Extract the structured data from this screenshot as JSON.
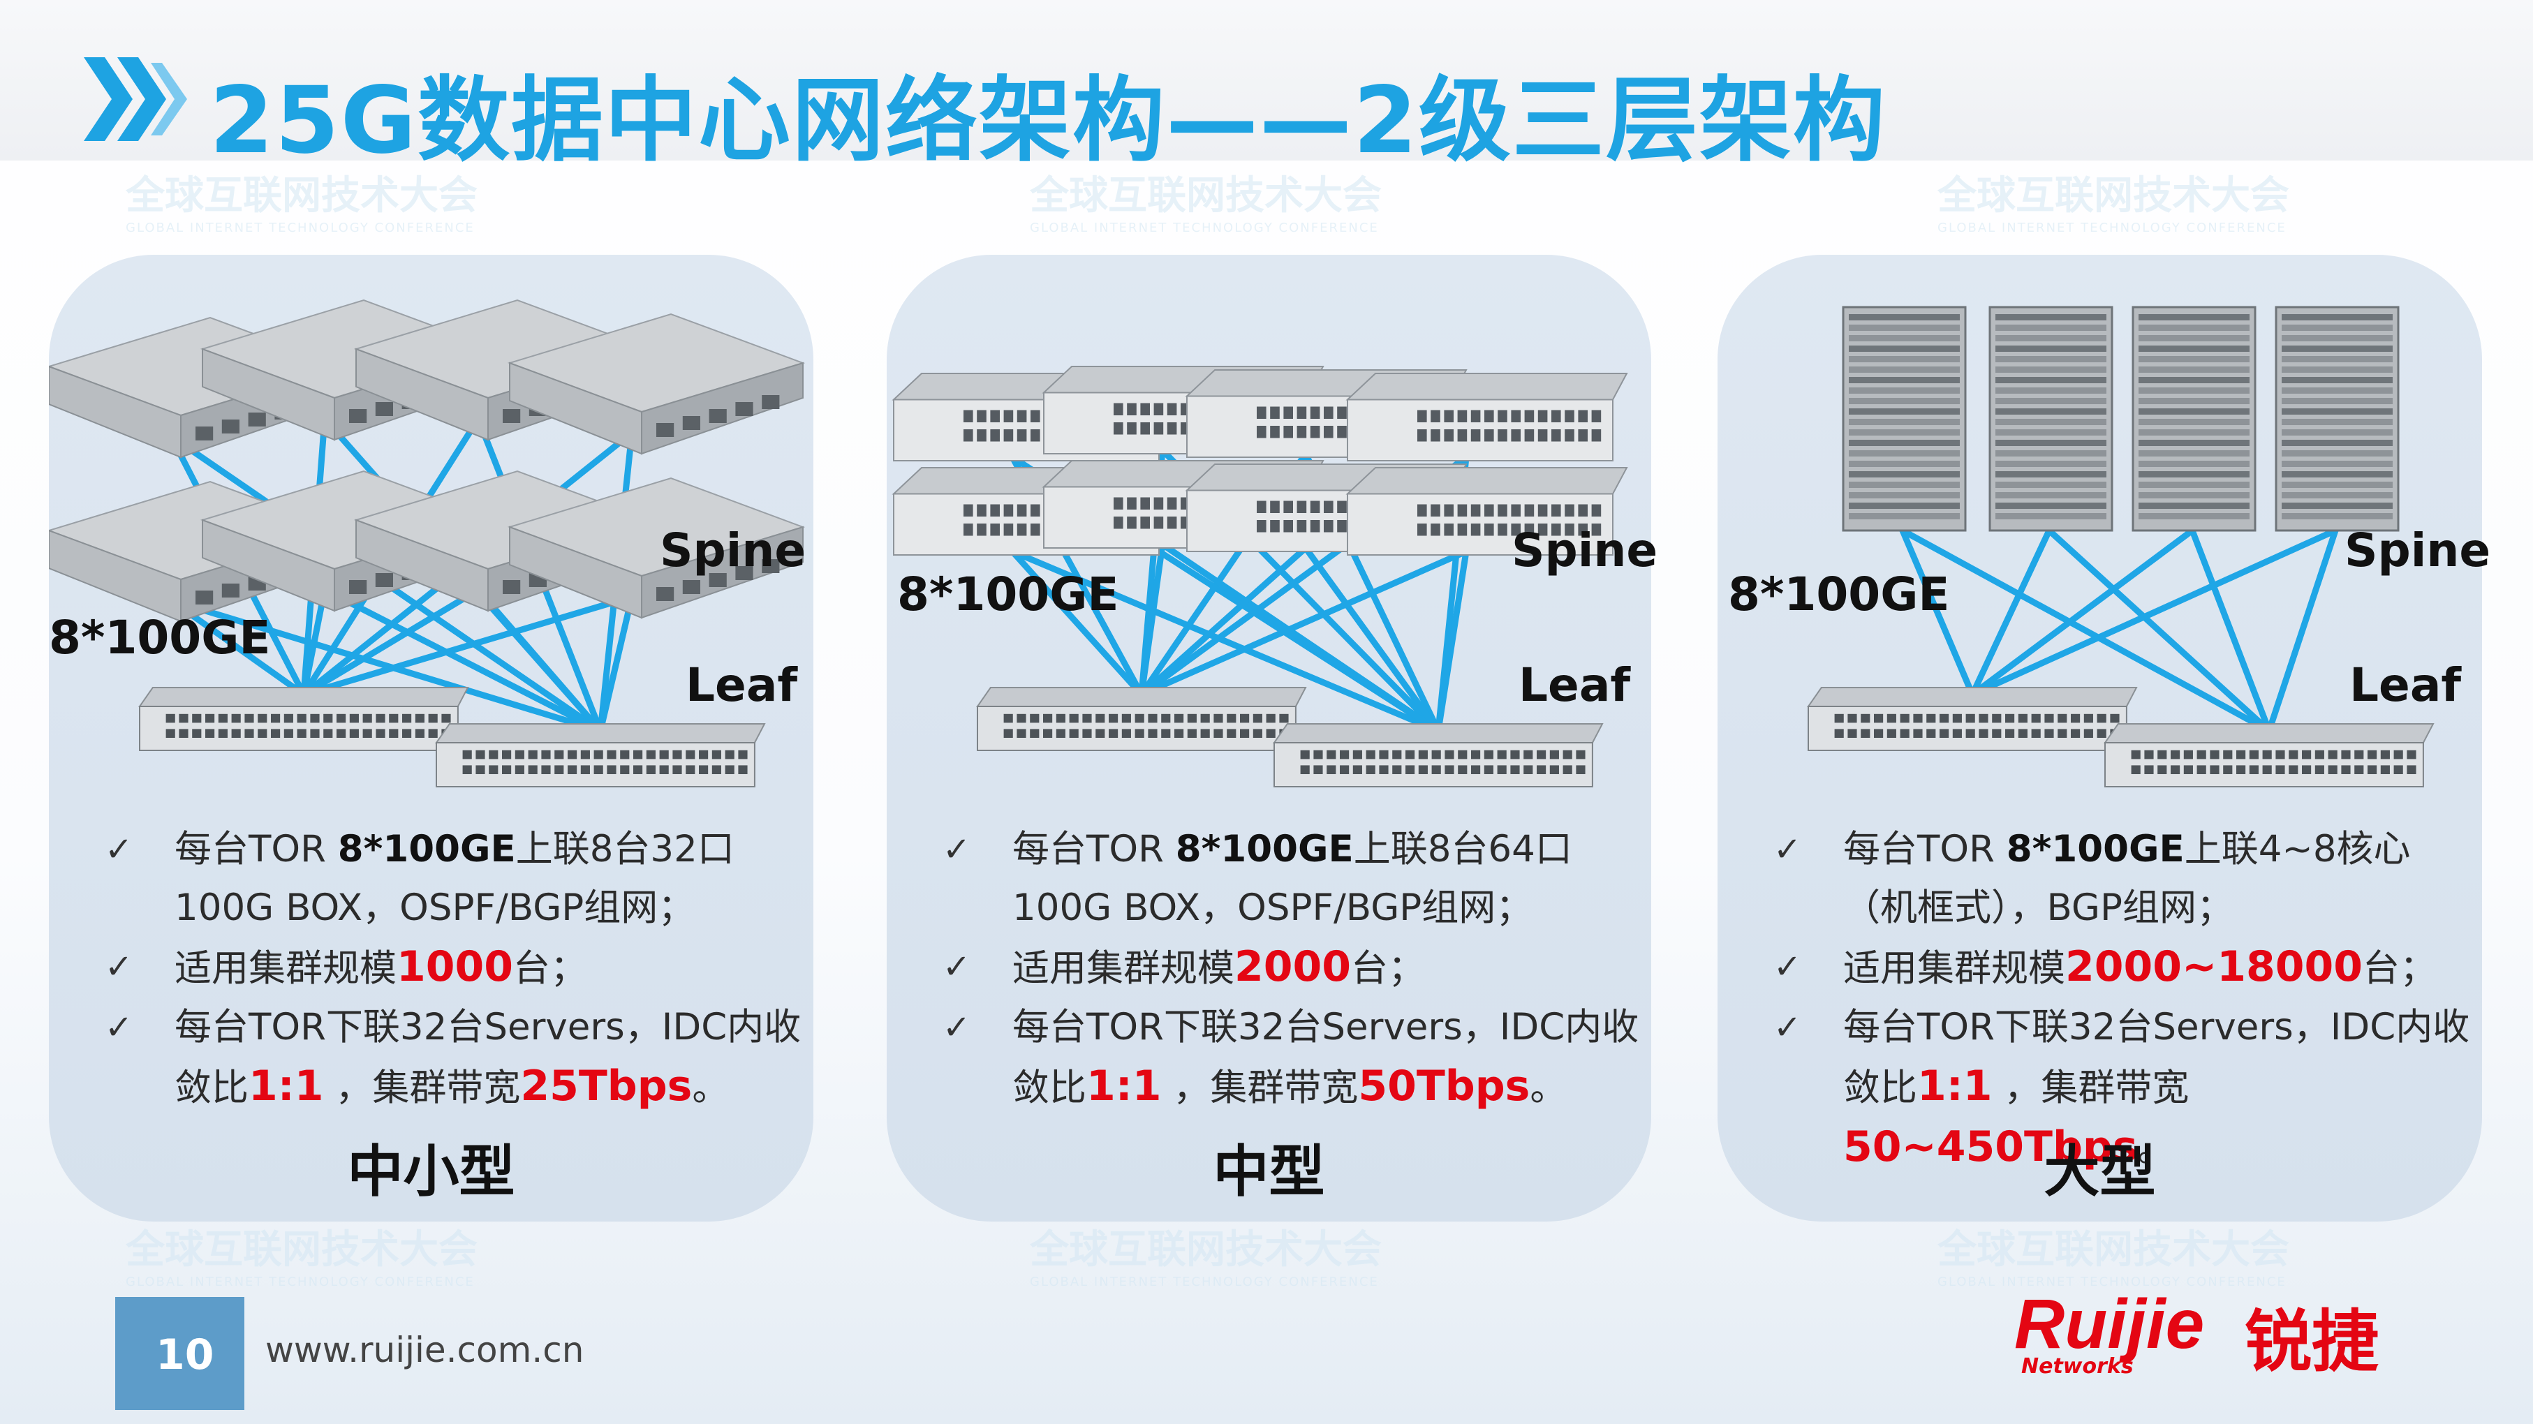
{
  "title": "25G数据中心网络架构——2级三层架构",
  "watermark": {
    "cn": "全球互联网技术大会",
    "en": "GLOBAL INTERNET TECHNOLOGY CONFERENCE"
  },
  "colors": {
    "accent": "#1ea3e2",
    "link": "#1fa6e6",
    "highlight": "#e40613",
    "card": "#dae4ef"
  },
  "cards": [
    {
      "title": "中小型",
      "spine_label": "Spine",
      "leaf_label": "Leaf",
      "uplink": "8*100GE",
      "spine_type": "box",
      "spine_rows": 2,
      "b1_pre": "每台TOR ",
      "b1_bold": "8*100GE",
      "b1_post": "上联8台32口100G BOX，OSPF/BGP组网；",
      "b2_pre": "适用集群规模",
      "b2_red": "1000",
      "b2_post": "台；",
      "b3_pre": "每台TOR下联32台Servers，IDC内收敛比",
      "b3_red1": "1:1",
      "b3_mid": " ，集群带宽",
      "b3_red2": "25Tbps",
      "b3_post": "。"
    },
    {
      "title": "中型",
      "spine_label": "Spine",
      "leaf_label": "Leaf",
      "uplink": "8*100GE",
      "spine_type": "box",
      "spine_rows": 2,
      "b1_pre": "每台TOR ",
      "b1_bold": "8*100GE",
      "b1_post": "上联8台64口100G BOX，OSPF/BGP组网；",
      "b2_pre": "适用集群规模",
      "b2_red": "2000",
      "b2_post": "台；",
      "b3_pre": "每台TOR下联32台Servers，IDC内收敛比",
      "b3_red1": "1:1",
      "b3_mid": " ，集群带宽",
      "b3_red2": "50Tbps",
      "b3_post": "。"
    },
    {
      "title": "大型",
      "spine_label": "Spine",
      "leaf_label": "Leaf",
      "uplink": "8*100GE",
      "spine_type": "chassis",
      "spine_rows": 1,
      "b1_pre": "每台TOR ",
      "b1_bold": "8*100GE",
      "b1_post": "上联4~8核心（机框式），BGP组网；",
      "b2_pre": "适用集群规模",
      "b2_red": "2000~18000",
      "b2_post": "台；",
      "b3_pre": "每台TOR下联32台Servers，IDC内收敛比",
      "b3_red1": "1:1",
      "b3_mid": " ，集群带宽",
      "b3_red2": "50~450Tbps",
      "b3_post": "。"
    }
  ],
  "footer": {
    "page": "10",
    "url": "www.ruijie.com.cn"
  },
  "logo": {
    "brand": "Ruijie",
    "cn": "锐捷",
    "sub": "Networks"
  }
}
